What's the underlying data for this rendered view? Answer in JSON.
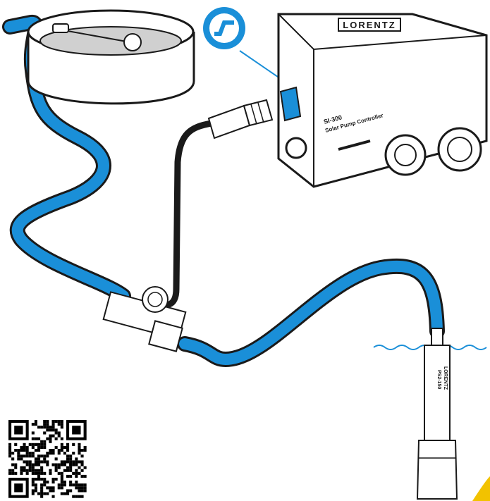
{
  "controller": {
    "brand": "LORENTZ",
    "model": "SI-300",
    "subtitle": "Solar Pump Controller"
  },
  "pump": {
    "label_upper": "LORENTZ",
    "label_lower": "PS2-150"
  },
  "colors": {
    "pipe": "#1a8fd8",
    "water": "#2a9fe6",
    "cable": "#1a1a1a",
    "outline": "#1a1a1a",
    "tank_water": "#d0d0d0",
    "accent": "#f2c200"
  },
  "icons": {
    "flow_sensor_icon": "flow-sensor-badge-icon",
    "qr": "qr-code-icon",
    "float": "float-switch-icon"
  }
}
